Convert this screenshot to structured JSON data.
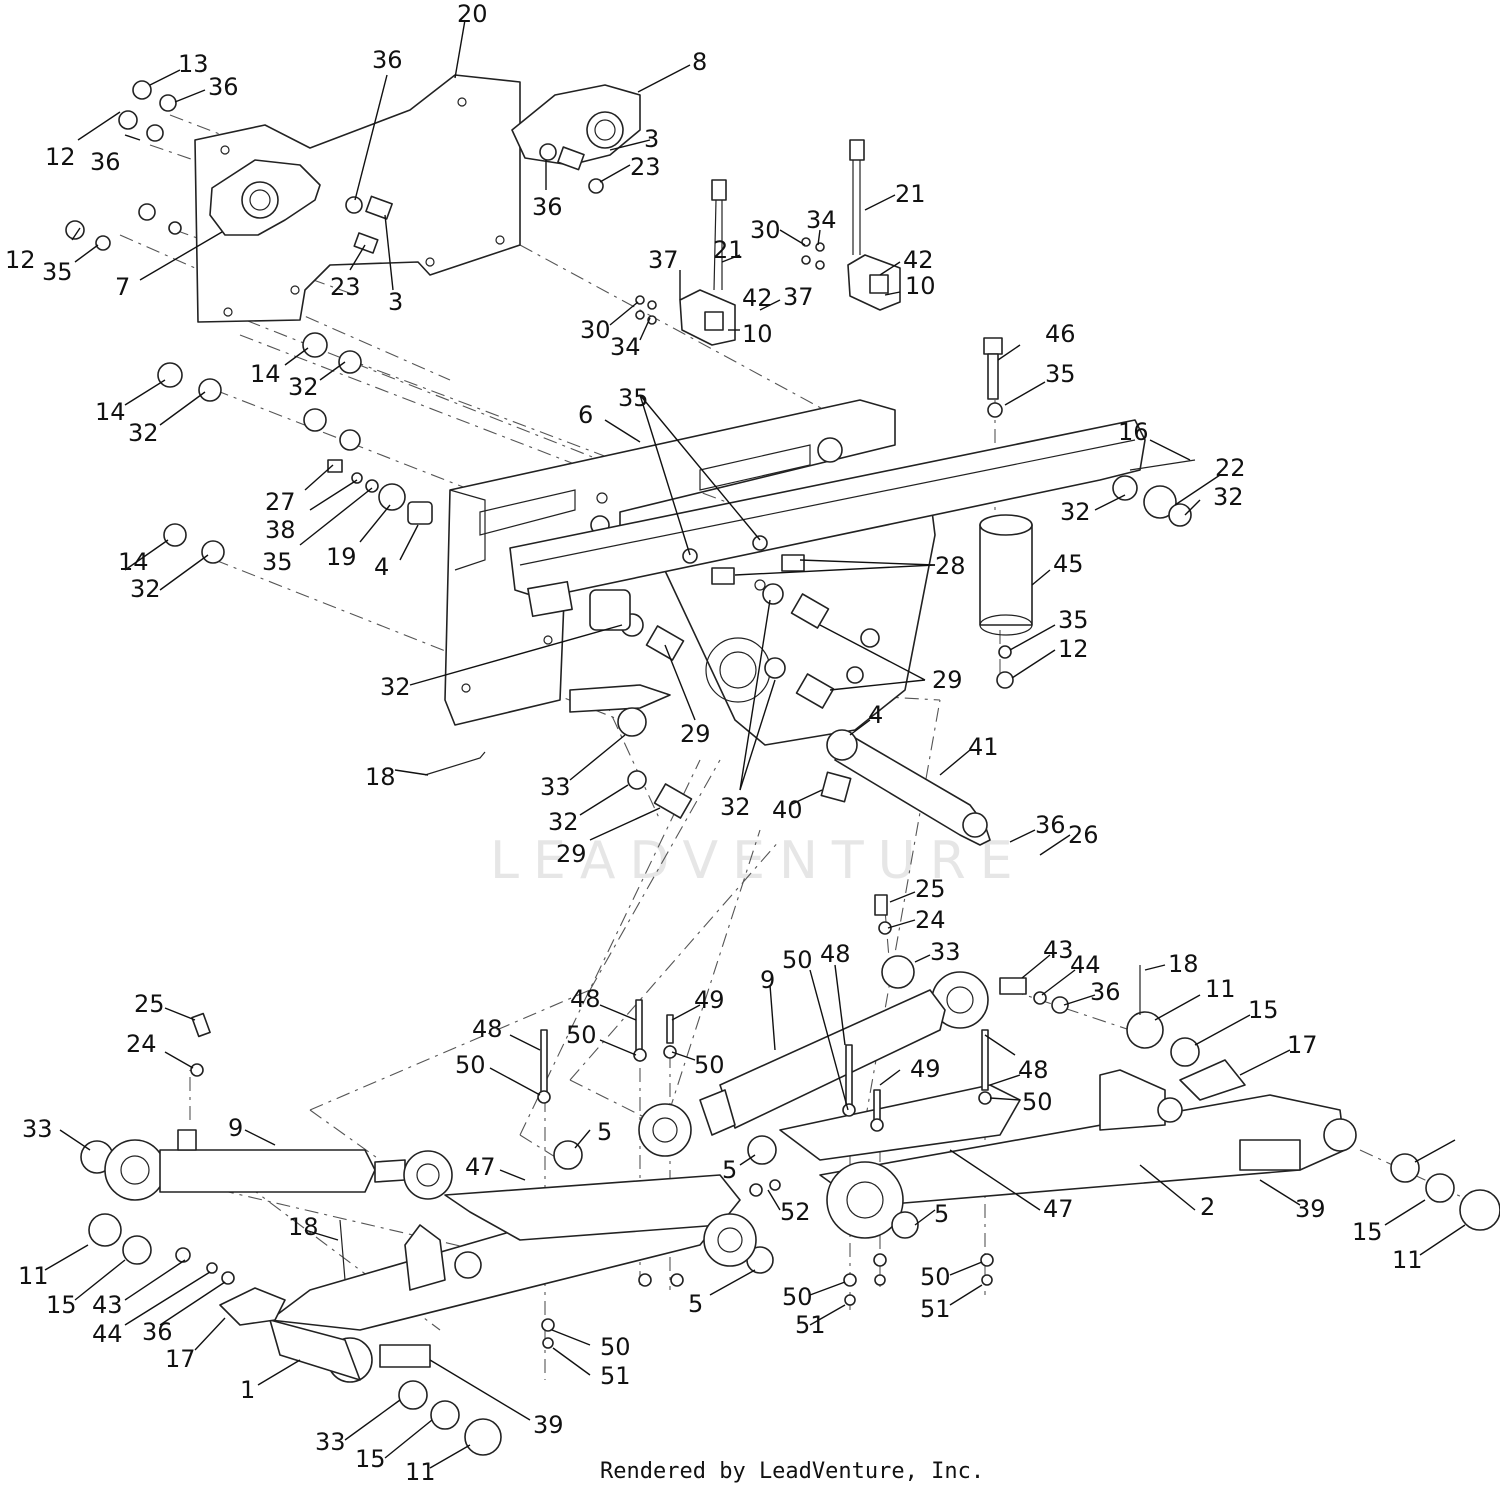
{
  "watermark": "LEADVENTURE",
  "footer": "Rendered by LeadVenture, Inc.",
  "callouts": [
    {
      "id": "c1",
      "label": "20"
    },
    {
      "id": "c2",
      "label": "13"
    },
    {
      "id": "c3",
      "label": "36"
    },
    {
      "id": "c4",
      "label": "36"
    },
    {
      "id": "c5",
      "label": "8"
    },
    {
      "id": "c6",
      "label": "12"
    },
    {
      "id": "c7",
      "label": "36"
    },
    {
      "id": "c8",
      "label": "3"
    },
    {
      "id": "c9",
      "label": "23"
    },
    {
      "id": "c10",
      "label": "36"
    },
    {
      "id": "c11",
      "label": "21"
    },
    {
      "id": "c12",
      "label": "34"
    },
    {
      "id": "c13",
      "label": "30"
    },
    {
      "id": "c14",
      "label": "21"
    },
    {
      "id": "c15",
      "label": "42"
    },
    {
      "id": "c16",
      "label": "37"
    },
    {
      "id": "c17",
      "label": "12"
    },
    {
      "id": "c18",
      "label": "35"
    },
    {
      "id": "c19",
      "label": "7"
    },
    {
      "id": "c20",
      "label": "23"
    },
    {
      "id": "c21",
      "label": "3"
    },
    {
      "id": "c22",
      "label": "10"
    },
    {
      "id": "c23",
      "label": "37"
    },
    {
      "id": "c24",
      "label": "42"
    },
    {
      "id": "c25",
      "label": "30"
    },
    {
      "id": "c26",
      "label": "10"
    },
    {
      "id": "c27",
      "label": "34"
    },
    {
      "id": "c28",
      "label": "46"
    },
    {
      "id": "c29",
      "label": "14"
    },
    {
      "id": "c30",
      "label": "32"
    },
    {
      "id": "c31",
      "label": "35"
    },
    {
      "id": "c32",
      "label": "35"
    },
    {
      "id": "c33",
      "label": "14"
    },
    {
      "id": "c34",
      "label": "32"
    },
    {
      "id": "c35",
      "label": "6"
    },
    {
      "id": "c36",
      "label": "16"
    },
    {
      "id": "c37",
      "label": "22"
    },
    {
      "id": "c38",
      "label": "32"
    },
    {
      "id": "c39",
      "label": "27"
    },
    {
      "id": "c40",
      "label": "32"
    },
    {
      "id": "c41",
      "label": "38"
    },
    {
      "id": "c42",
      "label": "35"
    },
    {
      "id": "c43",
      "label": "19"
    },
    {
      "id": "c44",
      "label": "4"
    },
    {
      "id": "c45",
      "label": "28"
    },
    {
      "id": "c46",
      "label": "45"
    },
    {
      "id": "c47",
      "label": "14"
    },
    {
      "id": "c48",
      "label": "32"
    },
    {
      "id": "c49",
      "label": "35"
    },
    {
      "id": "c50",
      "label": "12"
    },
    {
      "id": "c51",
      "label": "29"
    },
    {
      "id": "c52",
      "label": "32"
    },
    {
      "id": "c53",
      "label": "4"
    },
    {
      "id": "c54",
      "label": "29"
    },
    {
      "id": "c55",
      "label": "41"
    },
    {
      "id": "c56",
      "label": "18"
    },
    {
      "id": "c57",
      "label": "33"
    },
    {
      "id": "c58",
      "label": "32"
    },
    {
      "id": "c59",
      "label": "32"
    },
    {
      "id": "c60",
      "label": "40"
    },
    {
      "id": "c61",
      "label": "36"
    },
    {
      "id": "c62",
      "label": "26"
    },
    {
      "id": "c63",
      "label": "29"
    },
    {
      "id": "c64",
      "label": "25"
    },
    {
      "id": "c65",
      "label": "24"
    },
    {
      "id": "c66",
      "label": "33"
    },
    {
      "id": "c67",
      "label": "50"
    },
    {
      "id": "c68",
      "label": "48"
    },
    {
      "id": "c69",
      "label": "43"
    },
    {
      "id": "c70",
      "label": "44"
    },
    {
      "id": "c71",
      "label": "18"
    },
    {
      "id": "c72",
      "label": "9"
    },
    {
      "id": "c73",
      "label": "36"
    },
    {
      "id": "c74",
      "label": "11"
    },
    {
      "id": "c75",
      "label": "48"
    },
    {
      "id": "c76",
      "label": "49"
    },
    {
      "id": "c77",
      "label": "25"
    },
    {
      "id": "c78",
      "label": "48"
    },
    {
      "id": "c79",
      "label": "50"
    },
    {
      "id": "c80",
      "label": "15"
    },
    {
      "id": "c81",
      "label": "17"
    },
    {
      "id": "c82",
      "label": "24"
    },
    {
      "id": "c83",
      "label": "50"
    },
    {
      "id": "c84",
      "label": "50"
    },
    {
      "id": "c85",
      "label": "49"
    },
    {
      "id": "c86",
      "label": "48"
    },
    {
      "id": "c87",
      "label": "50"
    },
    {
      "id": "c88",
      "label": "33"
    },
    {
      "id": "c89",
      "label": "9"
    },
    {
      "id": "c90",
      "label": "5"
    },
    {
      "id": "c91",
      "label": "47"
    },
    {
      "id": "c92",
      "label": "5"
    },
    {
      "id": "c93",
      "label": "52"
    },
    {
      "id": "c94",
      "label": "5"
    },
    {
      "id": "c95",
      "label": "47"
    },
    {
      "id": "c96",
      "label": "2"
    },
    {
      "id": "c97",
      "label": "39"
    },
    {
      "id": "c98",
      "label": "15"
    },
    {
      "id": "c99",
      "label": "18"
    },
    {
      "id": "c100",
      "label": "11"
    },
    {
      "id": "c101",
      "label": "11"
    },
    {
      "id": "c102",
      "label": "15"
    },
    {
      "id": "c103",
      "label": "43"
    },
    {
      "id": "c104",
      "label": "44"
    },
    {
      "id": "c105",
      "label": "36"
    },
    {
      "id": "c106",
      "label": "17"
    },
    {
      "id": "c107",
      "label": "5"
    },
    {
      "id": "c108",
      "label": "50"
    },
    {
      "id": "c109",
      "label": "51"
    },
    {
      "id": "c110",
      "label": "50"
    },
    {
      "id": "c111",
      "label": "51"
    },
    {
      "id": "c112",
      "label": "1"
    },
    {
      "id": "c113",
      "label": "50"
    },
    {
      "id": "c114",
      "label": "51"
    },
    {
      "id": "c115",
      "label": "39"
    },
    {
      "id": "c116",
      "label": "33"
    },
    {
      "id": "c117",
      "label": "15"
    },
    {
      "id": "c118",
      "label": "11"
    }
  ]
}
